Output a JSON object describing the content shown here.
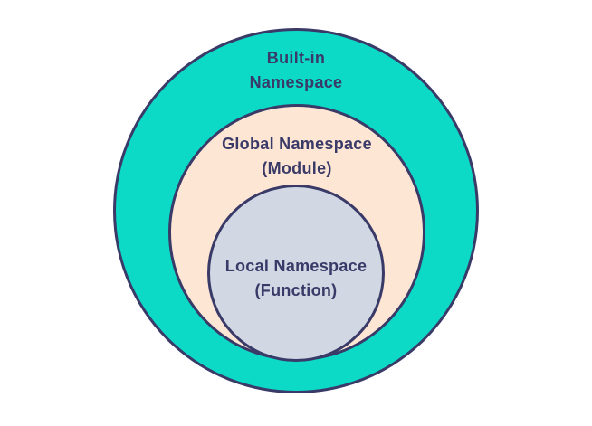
{
  "diagram": {
    "background_color": "#FFFFFF",
    "outline_color": "#3A3A68",
    "text_color": "#3A3A68",
    "circles": [
      {
        "name": "built-in-namespace",
        "label_line1": "Built-in",
        "label_line2": "Namespace",
        "fill_color": "#0CD9C6"
      },
      {
        "name": "global-namespace",
        "label_line1": "Global Namespace",
        "label_line2": "(Module)",
        "fill_color": "#FDE6D3"
      },
      {
        "name": "local-namespace",
        "label_line1": "Local Namespace",
        "label_line2": "(Function)",
        "fill_color": "#D1D8E4"
      }
    ]
  }
}
